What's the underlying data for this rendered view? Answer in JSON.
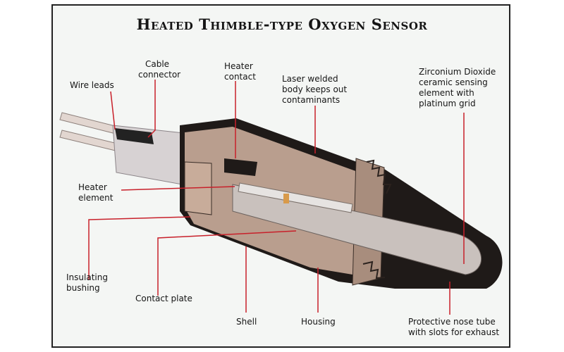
{
  "title": "Heated Thimble-type Oxygen Sensor",
  "labels": {
    "wire_leads": [
      "Wire leads"
    ],
    "cable_connector": [
      "Cable",
      "connector"
    ],
    "heater_contact": [
      "Heater",
      "contact"
    ],
    "laser_welded": [
      "Laser welded",
      "body keeps out",
      "contaminants"
    ],
    "zirconium": [
      "Zirconium Dioxide",
      "ceramic sensing",
      "element with",
      "platinum grid"
    ],
    "heater_element": [
      "Heater",
      "element"
    ],
    "insulating_bushing": [
      "Insulating",
      "bushing"
    ],
    "contact_plate": [
      "Contact plate"
    ],
    "shell": [
      "Shell"
    ],
    "housing": [
      "Housing"
    ],
    "protective_nose": [
      "Protective nose tube",
      "with slots for exhaust"
    ]
  },
  "colors": {
    "leader": "#c8202a",
    "body": "#b99e8e",
    "body_dark": "#1f1a18",
    "ceramic": "#c9c1bd",
    "frame_bg": "#f4f6f4"
  }
}
